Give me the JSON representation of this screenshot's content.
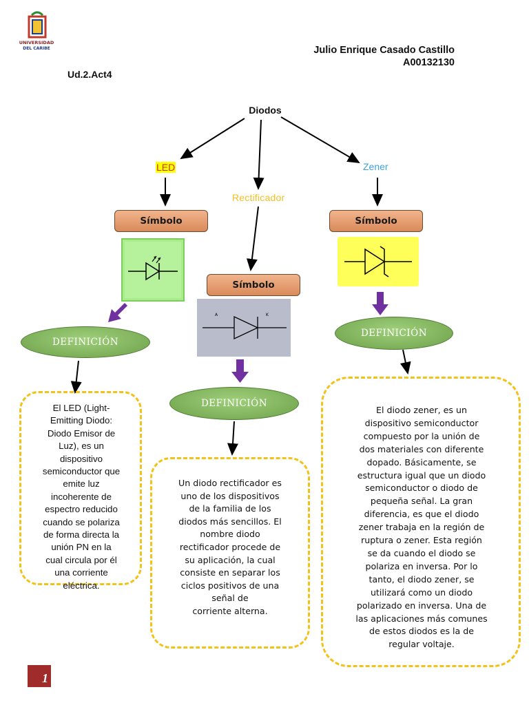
{
  "logo": {
    "line1": "UNIVERSIDAD",
    "line2": "DEL CARIBE"
  },
  "author": {
    "name": "Julio Enrique Casado Castillo",
    "id": "A00132130"
  },
  "unit": "Ud.2.Act4",
  "root": "Diodos",
  "branches": {
    "led": {
      "label": "LED",
      "symbol_label": "Símbolo",
      "definition_label": "DEFINICIÓN",
      "definition_lines": [
        "El LED (Light-",
        "Emitting Diodo:",
        "Diodo Emisor de",
        "Luz), es un",
        "dispositivo",
        "semiconductor que",
        "emite luz",
        "incoherente de",
        "espectro reducido",
        "cuando se polariza",
        "de forma directa la",
        "unión PN en la",
        "cual circula por él",
        "una corriente",
        "eléctrica."
      ]
    },
    "rectificador": {
      "label": "Rectificador",
      "symbol_label": "Símbolo",
      "definition_label": "DEFINICIÓN",
      "symbol_anode": "A",
      "symbol_cathode": "K",
      "definition_lines": [
        "Un diodo rectificador es",
        "uno de los dispositivos",
        "de la familia de los",
        "diodos más sencillos. El",
        "nombre diodo",
        "rectificador procede de",
        "su aplicación, la cual",
        "consiste en separar los",
        "ciclos positivos de una",
        "señal de",
        "corriente alterna."
      ]
    },
    "zener": {
      "label": "Zener",
      "symbol_label": "Símbolo",
      "definition_label": "DEFINICIÓN",
      "definition_lines": [
        "El diodo zener, es un",
        "dispositivo semiconductor",
        "compuesto por la unión de",
        "dos materiales con diferente",
        "dopado. Básicamente, se",
        "estructura igual que un diodo",
        "semiconductor o diodo de",
        "pequeña señal. La gran",
        "diferencia, es que el diodo",
        "zener trabaja en la región de",
        "ruptura o zener. Esta región",
        "se da cuando el diodo se",
        "polariza en inversa. Por lo",
        "tanto, el diodo zener, se",
        "utilizará como un diodo",
        "polarizado en inversa. Una de",
        "las aplicaciones más comunes",
        "de estos diodos es la de",
        "regular voltaje."
      ]
    }
  },
  "page_number": "1",
  "colors": {
    "arrow": "#000000",
    "purple_arrow": "#7030a0",
    "dashed_border": "#f3c218",
    "simbolo_fill": "#e9a070",
    "ellipse_fill": "#8cc063",
    "page_badge": "#a02b2b"
  }
}
